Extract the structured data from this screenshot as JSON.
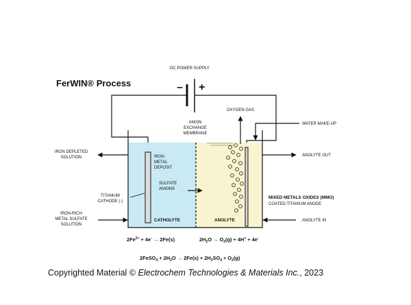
{
  "title": "FerWIN® Process",
  "power_supply": {
    "label": "DC POWER SUPPLY",
    "minus": "–",
    "plus": "+"
  },
  "labels": {
    "oxygen_gas": "OXYGEN GAS",
    "water_makeup": "WATER MAKE-UP",
    "membrane": [
      "ANION",
      "EXCHANGE",
      "MEMBRANE"
    ],
    "iron_depleted": [
      "IRON DEPLETED",
      "SOLUTION"
    ],
    "anolyte_out": "ANOLYTE OUT",
    "iron_deposit": [
      "IRON",
      "METAL",
      "DEPOSIT"
    ],
    "sulfate_anions": [
      "SULFATE",
      "ANIONS"
    ],
    "cathode": [
      "TITANIUM",
      "CATHODE (-)"
    ],
    "anode_line1": "MIXED METALS OXIDES (MMO)",
    "anode_line2": "COATED-TITANIUM ANODE",
    "iron_rich": [
      "IRON-RICH",
      "METAL SULFATE",
      "SOLUTION"
    ],
    "anolyte_in": "ANOLYTE IN",
    "catholyte": "CATHOLYTE",
    "anolyte": "ANOLYTE"
  },
  "equations": {
    "cathode_eq": {
      "a": "2Fe",
      "a_sup": "2+",
      "b": " + 4e",
      "b_sup": "-",
      "c": " → 2Fe(s)"
    },
    "anode_eq": {
      "a": "2H",
      "a_sub": "2",
      "b": "O  →  O",
      "b_sub": "2",
      "c": "(g) + 4H",
      "c_sup": "+",
      "d": " + 4e",
      "d_sup": "-"
    },
    "overall_eq": {
      "a": "2FeSO",
      "a_sub": "4",
      "b": " + 2H",
      "b_sub": "2",
      "c": "O  → 2Fe(s) + 2H",
      "c_sub": "2",
      "d": "SO",
      "d_sub": "4",
      "e": " + O",
      "e_sub": "2",
      "f": "(g)"
    }
  },
  "copyright": {
    "prefix": "Copyrighted Material © ",
    "owner": "Electrochem Technologies & Materials Inc.",
    "suffix": ", 2023"
  },
  "colors": {
    "catholyte": "#c9e9f5",
    "anolyte": "#f7f4cf",
    "electrode": "#dcdcdc",
    "line": "#111111"
  }
}
